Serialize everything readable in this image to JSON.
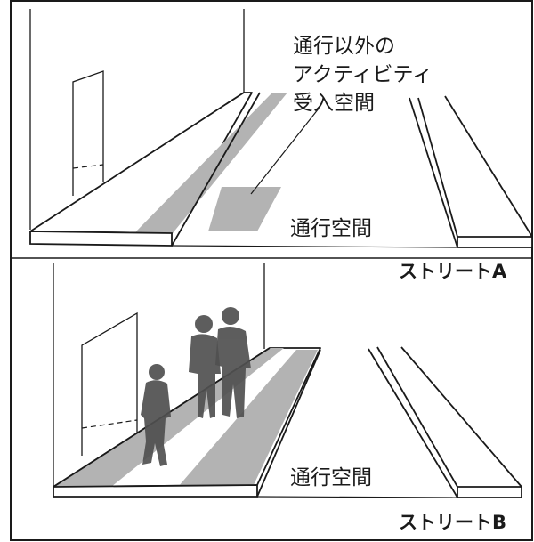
{
  "panel_a": {
    "label_activity_lines": [
      "通行以外の",
      "アクティビティ",
      "受入空間"
    ],
    "label_passage": "通行空間",
    "street_label": "ストリートA"
  },
  "panel_b": {
    "label_passage": "通行空間",
    "street_label": "ストリートB"
  },
  "colors": {
    "line": "#1a1a1a",
    "shade": "#b3b3b3",
    "figure": "#505050",
    "background": "#ffffff"
  }
}
